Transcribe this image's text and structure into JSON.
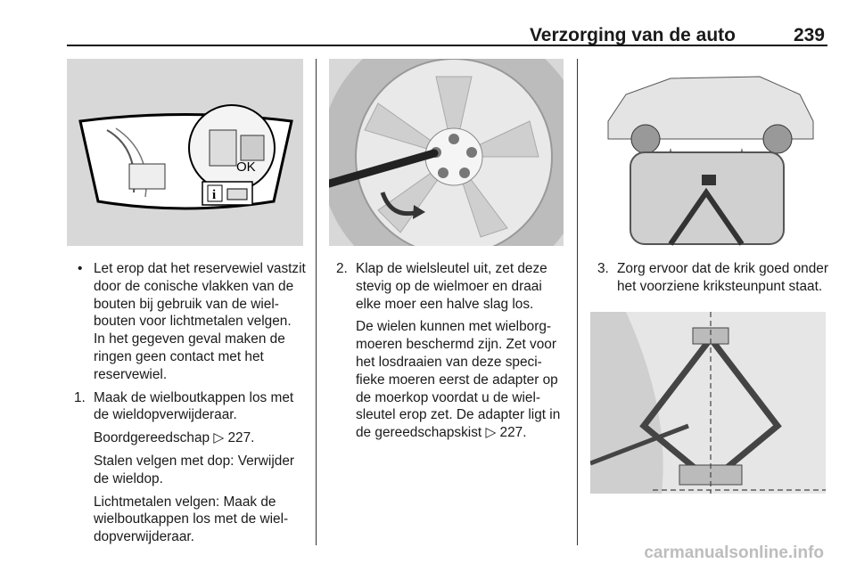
{
  "header": {
    "title": "Verzorging van de auto",
    "page_number": "239"
  },
  "figures": {
    "hubcap": {
      "ok_label": "OK",
      "info_label": "i"
    }
  },
  "col1": {
    "bullet_text": "Let erop dat het reservewiel vast­zit door de conische vlakken van de bouten bij gebruik van de wiel­bouten voor lichtmetalen velgen. In het gegeven geval maken de ringen geen contact met het reservewiel.",
    "step1_num": "1.",
    "step1_text": "Maak de wielboutkappen los met de wieldopverwijderaar.",
    "step1_p2": "Boordgereedschap ▷ 227.",
    "step1_p3": "Stalen velgen met dop: Verwijder de wieldop.",
    "step1_p4": "Lichtmetalen velgen: Maak de wielboutkappen los met de wiel­dopverwijderaar."
  },
  "col2": {
    "step2_num": "2.",
    "step2_text": "Klap de wielsleutel uit, zet deze stevig op de wielmoer en draai elke moer een halve slag los.",
    "step2_p2": "De wielen kunnen met wielborg­moeren beschermd zijn. Zet voor het losdraaien van deze speci­fieke moeren eerst de adapter op de moerkop voordat u de wiel­sleutel erop zet. De adapter ligt in de gereedschapskist ▷ 227."
  },
  "col3": {
    "step3_num": "3.",
    "step3_text": "Zorg ervoor dat de krik goed onder het voorziene kriksteunpunt staat."
  },
  "footer": {
    "watermark": "carmanualsonline.info"
  }
}
